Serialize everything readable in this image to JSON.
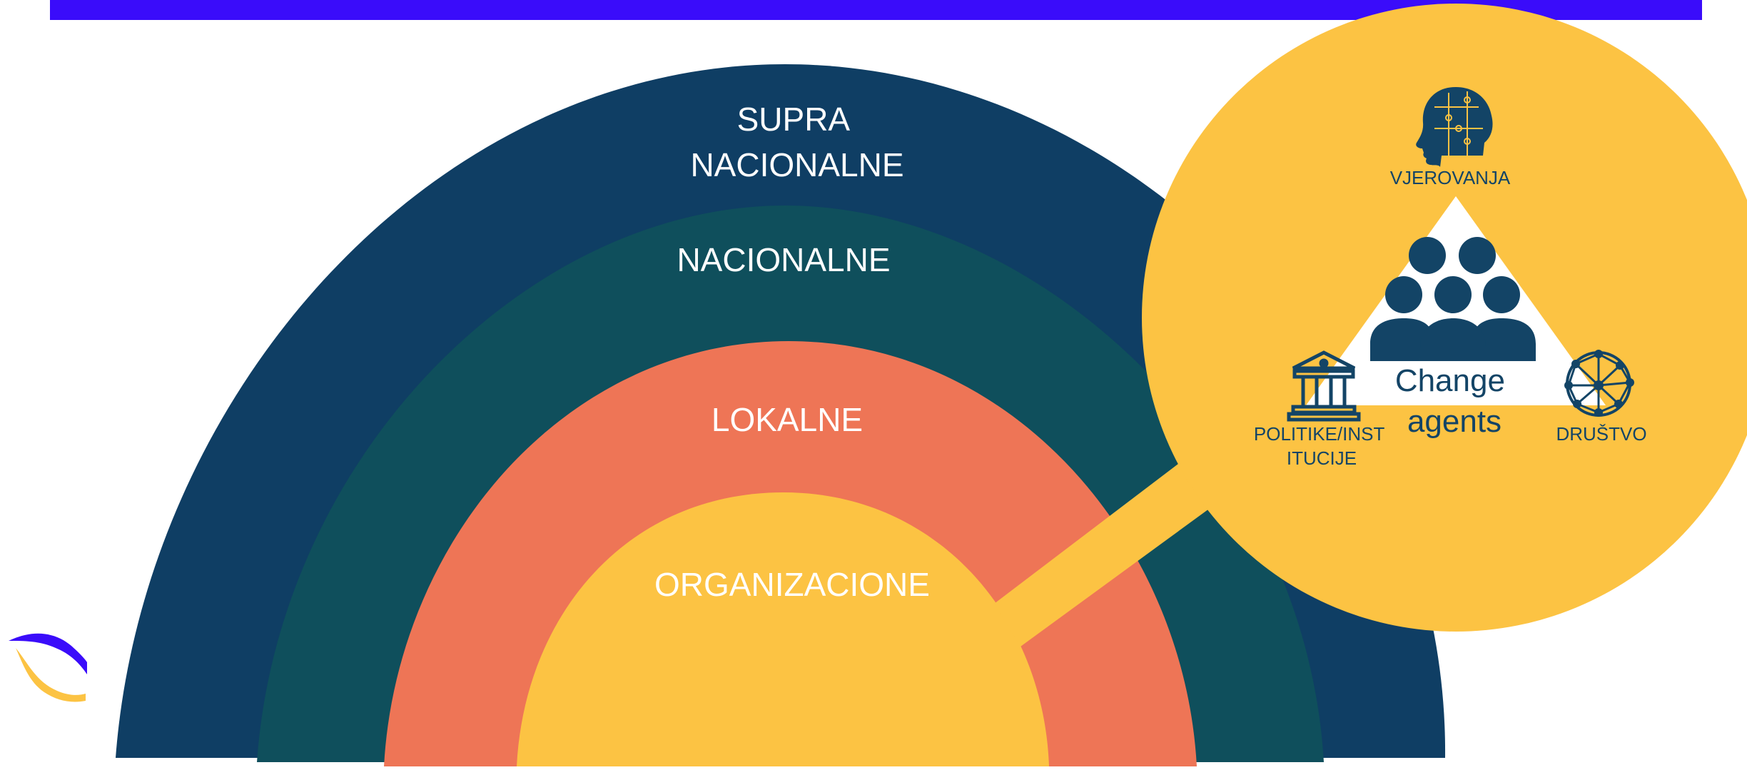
{
  "header": {
    "title": "",
    "color": "#3A0CFA"
  },
  "levels": [
    {
      "id": "supra",
      "label_lines": [
        "SUPRA",
        "NACIONALNE"
      ],
      "color": "#0F3E64"
    },
    {
      "id": "nac",
      "label_lines": [
        "NACIONALNE"
      ],
      "color": "#0F4F5C"
    },
    {
      "id": "lok",
      "label_lines": [
        "LOKALNE"
      ],
      "color": "#EE7556"
    },
    {
      "id": "org",
      "label_lines": [
        "ORGANIZACIONE"
      ],
      "color": "#FCC343"
    }
  ],
  "zoom": {
    "color": "#FCC343",
    "triangle_color": "#FFFFFF",
    "icon_color": "#134466",
    "center_label_lines": [
      "Change",
      "agents"
    ],
    "beliefs_label": "VJEROVANJA",
    "policies_label_lines": [
      "POLITIKE/INST",
      "ITUCIJE"
    ],
    "society_label": "DRUŠTVO",
    "icons": [
      "head-puzzle-icon",
      "people-group-icon",
      "institution-icon",
      "network-globe-icon"
    ]
  },
  "logo": {
    "colors": [
      "#3A0CFA",
      "#FCC343"
    ]
  }
}
